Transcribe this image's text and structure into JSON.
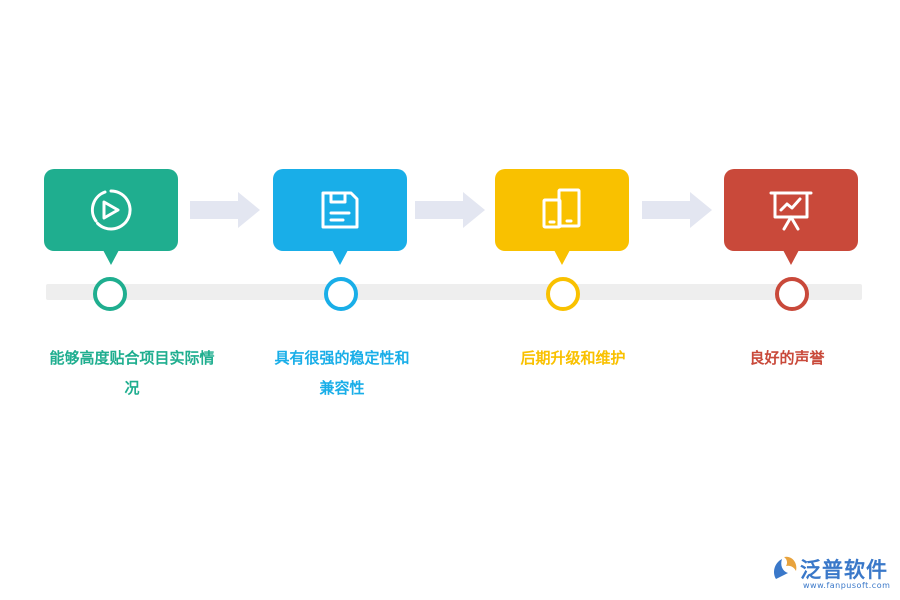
{
  "steps": [
    {
      "label": "能够高度贴合项目实际情况",
      "color": "#1fae8f",
      "icon": "pie-chart-icon"
    },
    {
      "label": "具有很强的稳定性和兼容性",
      "color": "#19aee8",
      "icon": "save-disk-icon"
    },
    {
      "label": "后期升级和维护",
      "color": "#f9c100",
      "icon": "devices-icon"
    },
    {
      "label": "良好的声誉",
      "color": "#c9493a",
      "icon": "presentation-chart-icon"
    }
  ],
  "arrow_color": "#e3e6f1",
  "timeline_color": "#eeeeee",
  "logo": {
    "name": "泛普软件",
    "url": "www.fanpusoft.com",
    "color": "#3a78c9"
  }
}
